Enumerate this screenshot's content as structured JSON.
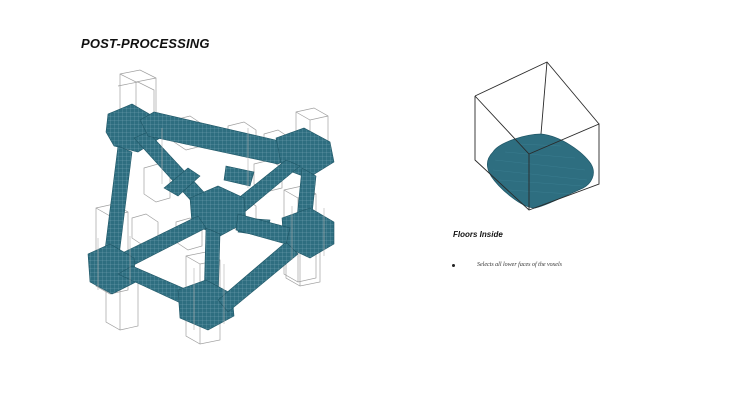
{
  "slide": {
    "title": "POST-PROCESSING",
    "section_heading": "Floors Inside",
    "bullets": [
      "Selects all lower faces of the voxels"
    ]
  },
  "colors": {
    "voxel_fill": "#2e6e80",
    "voxel_grid_line": "#8bb8c4",
    "bounding_box_stroke": "#9a9a9a",
    "cube_edge_stroke": "#2a2a2a",
    "background": "#ffffff",
    "text": "#111111"
  },
  "illustrations": {
    "left": "voxel-lattice-structure-icon",
    "right": "cube-floor-face-icon"
  }
}
